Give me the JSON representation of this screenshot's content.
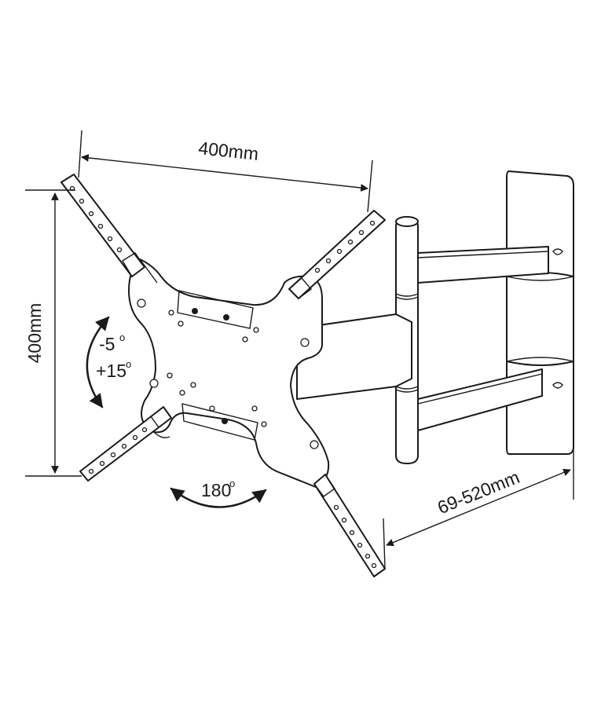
{
  "dimensions": {
    "plate_width": "400mm",
    "plate_height": "400mm",
    "extension": "69-520mm"
  },
  "rotations": {
    "tilt_min": "-5",
    "tilt_max": "+15",
    "swivel": "180",
    "degree_symbol": "o"
  }
}
